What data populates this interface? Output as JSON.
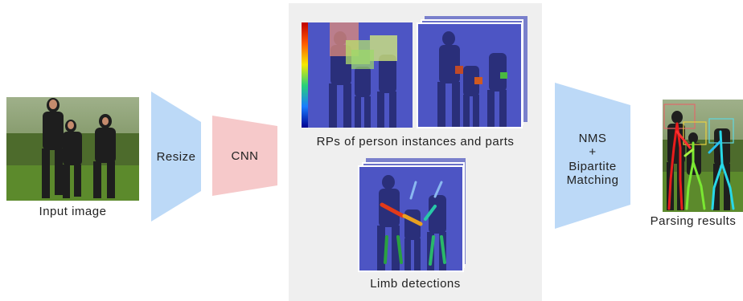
{
  "input": {
    "caption": "Input image"
  },
  "stages": {
    "resize_label": "Resize",
    "cnn_label": "CNN",
    "matching_label": "NMS\n+\nBipartite\nMatching"
  },
  "center": {
    "rps_caption": "RPs of person instances and parts",
    "limb_caption": "Limb detections"
  },
  "output": {
    "caption": "Parsing results"
  },
  "colors": {
    "resize_shape": "#bcd9f7",
    "cnn_shape": "#f6c9ca",
    "matching_shape": "#bcd9f7",
    "panel_bg": "#efefef",
    "overlay_blue": "#3b44c8"
  }
}
